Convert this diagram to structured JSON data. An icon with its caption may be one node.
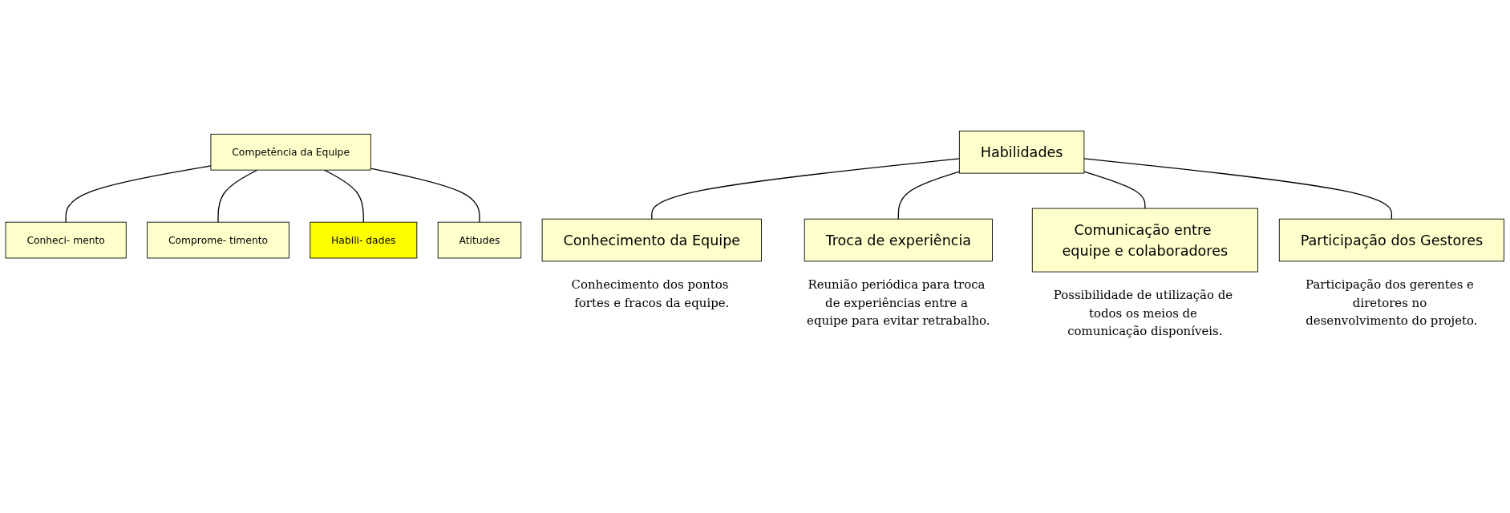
{
  "diagram": {
    "nodes": [
      {
        "text": [
          "Competência da Equipe"
        ]
      },
      {
        "text": [
          "Conheci- mento"
        ]
      },
      {
        "text": [
          "Comprome- timento"
        ]
      },
      {
        "text": [
          "Habili- dades"
        ]
      },
      {
        "text": [
          "Atitudes"
        ]
      },
      {
        "text": [
          "Habilidades"
        ]
      },
      {
        "text": [
          "Conhecimento da Equipe"
        ],
        "beside": [
          "Conhecimento dos pontos fortes e fracos da equipe."
        ]
      },
      {
        "text": [
          "Troca de experiência"
        ],
        "beside": [
          "Reunião periódica para troca de experiências entre a equipe para evitar retrabalho."
        ]
      },
      {
        "text": [
          "Comunicação entre equipe e colaboradores"
        ],
        "beside": [
          "Possibilidade de utilização de todos os meios de comunicação disponíveis."
        ]
      },
      {
        "text": [
          "Participação dos Gestores"
        ],
        "beside": [
          "Participação dos gerentes e diretores no desenvolvimento do projeto."
        ]
      }
    ],
    "edges": [
      {
        "from": 0,
        "to": 1,
        "arrow": "none"
      },
      {
        "from": 0,
        "to": 2,
        "arrow": "none"
      },
      {
        "from": 0,
        "to": 3,
        "arrow": "none"
      },
      {
        "from": 0,
        "to": 4,
        "arrow": "none"
      },
      {
        "from": 5,
        "to": 6,
        "arrow": "none"
      },
      {
        "from": 5,
        "to": 7,
        "arrow": "none"
      },
      {
        "from": 5,
        "to": 8,
        "arrow": "none"
      },
      {
        "from": 5,
        "to": 9,
        "arrow": "none"
      }
    ]
  }
}
